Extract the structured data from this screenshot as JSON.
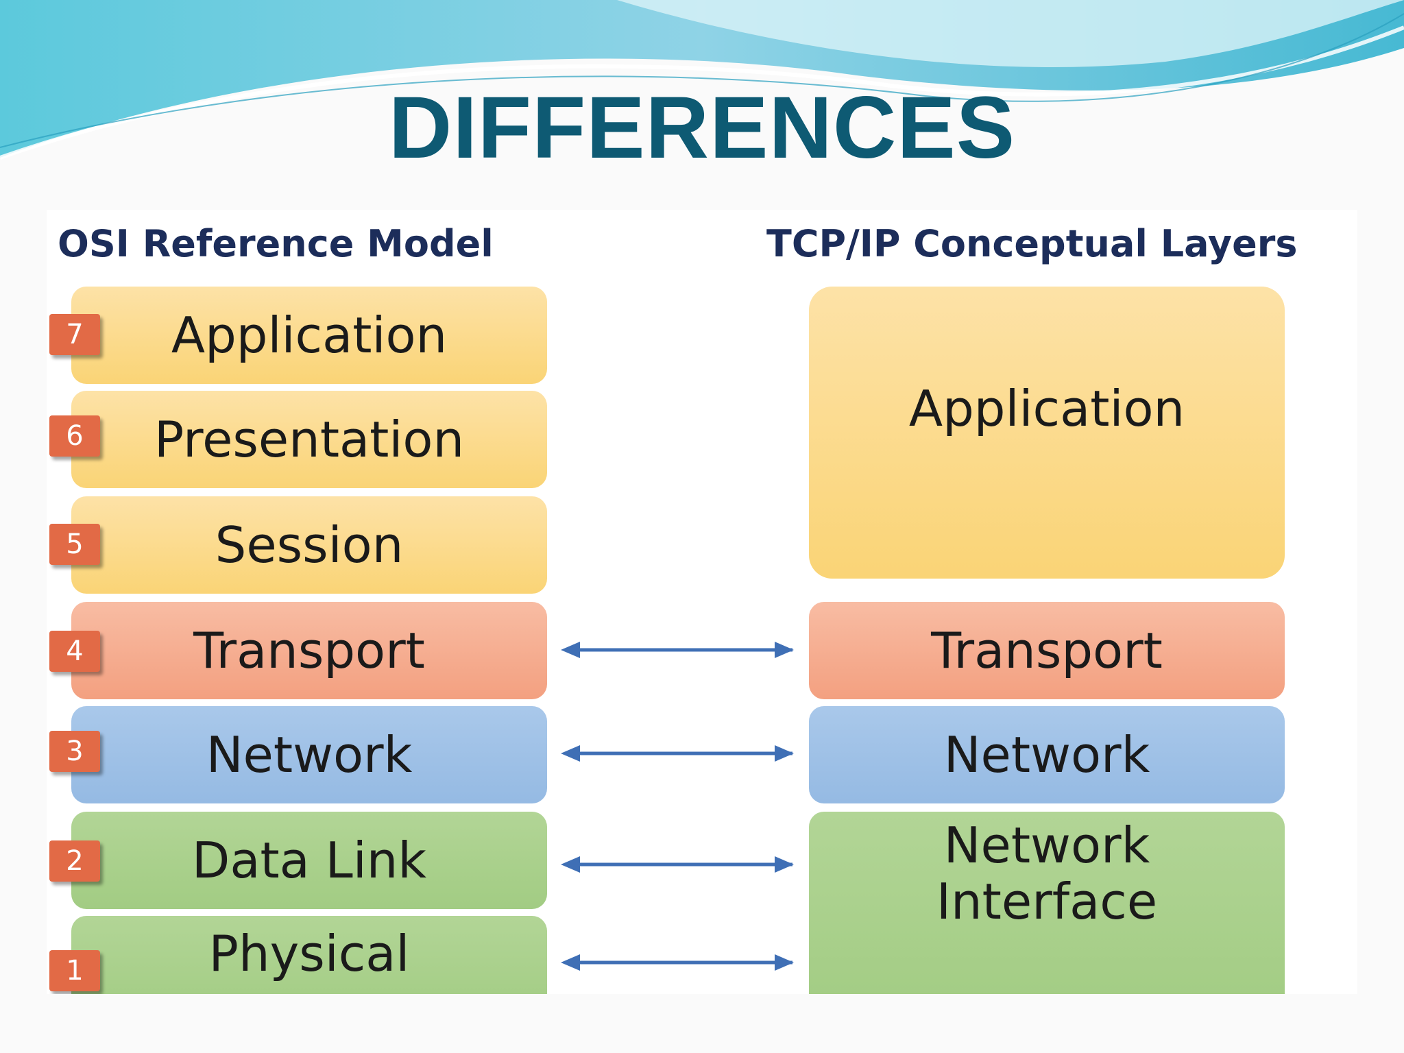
{
  "slide": {
    "title": "DIFFERENCES"
  },
  "osi": {
    "heading": "OSI Reference Model",
    "layers": [
      {
        "number": "7",
        "label": "Application"
      },
      {
        "number": "6",
        "label": "Presentation"
      },
      {
        "number": "5",
        "label": "Session"
      },
      {
        "number": "4",
        "label": "Transport"
      },
      {
        "number": "3",
        "label": "Network"
      },
      {
        "number": "2",
        "label": "Data Link"
      },
      {
        "number": "1",
        "label": "Physical"
      }
    ]
  },
  "tcpip": {
    "heading": "TCP/IP Conceptual Layers",
    "layers": [
      {
        "label": "Application"
      },
      {
        "label": "Transport"
      },
      {
        "label": "Network"
      },
      {
        "label_line1": "Network",
        "label_line2": "Interface"
      }
    ]
  },
  "colors": {
    "title": "#0e5a73",
    "heading": "#1c2d5a",
    "application": "#fad476",
    "transport": "#f3a080",
    "network": "#95bae3",
    "link": "#a2cc83",
    "badge": "#e26a46",
    "arrow": "#3f6fb5"
  }
}
